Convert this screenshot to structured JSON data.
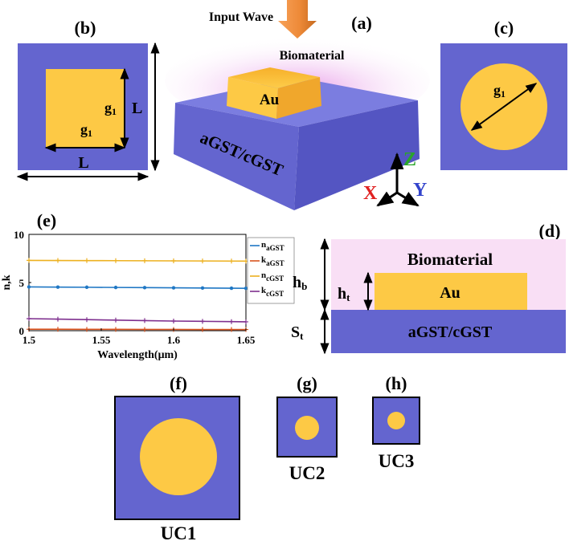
{
  "colors": {
    "substrate": "#6465cf",
    "gold": "#fdc945",
    "biomaterial": "#f9dff5",
    "arrow": "#ee8a38",
    "glow": "#e07ae0"
  },
  "panel_a": {
    "label": "(a)",
    "input_wave": "Input Wave",
    "biomaterial": "Biomaterial",
    "au": "Au",
    "substrate": "aGST/cGST",
    "axis_x": "X",
    "axis_y": "Y",
    "axis_z": "Z"
  },
  "panel_b": {
    "label": "(b)",
    "g_top": "g",
    "g_top_sub": "1",
    "g_bottom": "g",
    "g_bottom_sub": "1",
    "L_inner": "L",
    "L_outer": "L"
  },
  "panel_c": {
    "label": "(c)",
    "g": "g",
    "g_sub": "1"
  },
  "panel_d": {
    "label": "(d)",
    "biomaterial": "Biomaterial",
    "au": "Au",
    "substrate": "aGST/cGST",
    "hb": "h",
    "hb_sub": "b",
    "ht": "h",
    "ht_sub": "t",
    "st": "S",
    "st_sub": "t"
  },
  "panel_e": {
    "label": "(e)"
  },
  "unit_cells": [
    {
      "label": "(f)",
      "name": "UC1"
    },
    {
      "label": "(g)",
      "name": "UC2"
    },
    {
      "label": "(h)",
      "name": "UC3"
    }
  ],
  "chart_data": {
    "type": "line",
    "xlabel": "Wavelength(μm)",
    "ylabel": "n,k",
    "xlim": [
      1.5,
      1.65
    ],
    "ylim": [
      0,
      10
    ],
    "x_ticks": [
      "1.5",
      "1.55",
      "1.6",
      "1.65"
    ],
    "y_ticks": [
      "0",
      "5",
      "10"
    ],
    "legend_position": "top-right",
    "x": [
      1.5,
      1.52,
      1.54,
      1.56,
      1.58,
      1.6,
      1.62,
      1.64,
      1.65
    ],
    "series": [
      {
        "name": "n",
        "sub": "aGST",
        "color": "#1f77c4",
        "marker": "dot",
        "values": [
          4.55,
          4.53,
          4.51,
          4.49,
          4.47,
          4.45,
          4.43,
          4.41,
          4.4
        ]
      },
      {
        "name": "k",
        "sub": "aGST",
        "color": "#d9531e",
        "marker": "plus",
        "values": [
          0.15,
          0.15,
          0.14,
          0.14,
          0.13,
          0.13,
          0.12,
          0.12,
          0.12
        ]
      },
      {
        "name": "n",
        "sub": "cGST",
        "color": "#edb120",
        "marker": "plus",
        "values": [
          7.3,
          7.29,
          7.28,
          7.27,
          7.26,
          7.25,
          7.24,
          7.23,
          7.22
        ]
      },
      {
        "name": "k",
        "sub": "cGST",
        "color": "#7e2f8e",
        "marker": "plus",
        "values": [
          1.25,
          1.2,
          1.15,
          1.1,
          1.05,
          1.0,
          0.97,
          0.94,
          0.92
        ]
      }
    ]
  }
}
